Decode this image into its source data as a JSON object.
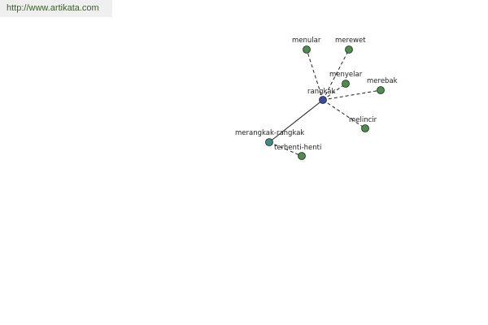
{
  "header": {
    "url": "http://www.artikata.com"
  },
  "graph": {
    "colors": {
      "center_node": "#3a4aa0",
      "mid_node": "#3f8a86",
      "leaf_node": "#4f8a4f",
      "edge": "#222222"
    },
    "nodes": [
      {
        "id": "rangkak",
        "label": "rangkak",
        "kind": "center"
      },
      {
        "id": "menular",
        "label": "menular",
        "kind": "leaf"
      },
      {
        "id": "merewet",
        "label": "merewet",
        "kind": "leaf"
      },
      {
        "id": "menyelar",
        "label": "menyelar",
        "kind": "leaf"
      },
      {
        "id": "merebak",
        "label": "merebak",
        "kind": "leaf"
      },
      {
        "id": "melincir",
        "label": "melincir",
        "kind": "leaf"
      },
      {
        "id": "merangkak-rangkak",
        "label": "merangkak-rangkak",
        "kind": "mid"
      },
      {
        "id": "terhenti-henti",
        "label": "terhenti-henti",
        "kind": "leaf"
      }
    ],
    "edges": [
      {
        "from": "rangkak",
        "to": "menular",
        "style": "dashed"
      },
      {
        "from": "rangkak",
        "to": "merewet",
        "style": "dashed"
      },
      {
        "from": "rangkak",
        "to": "menyelar",
        "style": "dashed"
      },
      {
        "from": "rangkak",
        "to": "merebak",
        "style": "dashed"
      },
      {
        "from": "rangkak",
        "to": "melincir",
        "style": "dashed"
      },
      {
        "from": "rangkak",
        "to": "merangkak-rangkak",
        "style": "solid"
      },
      {
        "from": "merangkak-rangkak",
        "to": "terhenti-henti",
        "style": "dashed"
      }
    ]
  }
}
